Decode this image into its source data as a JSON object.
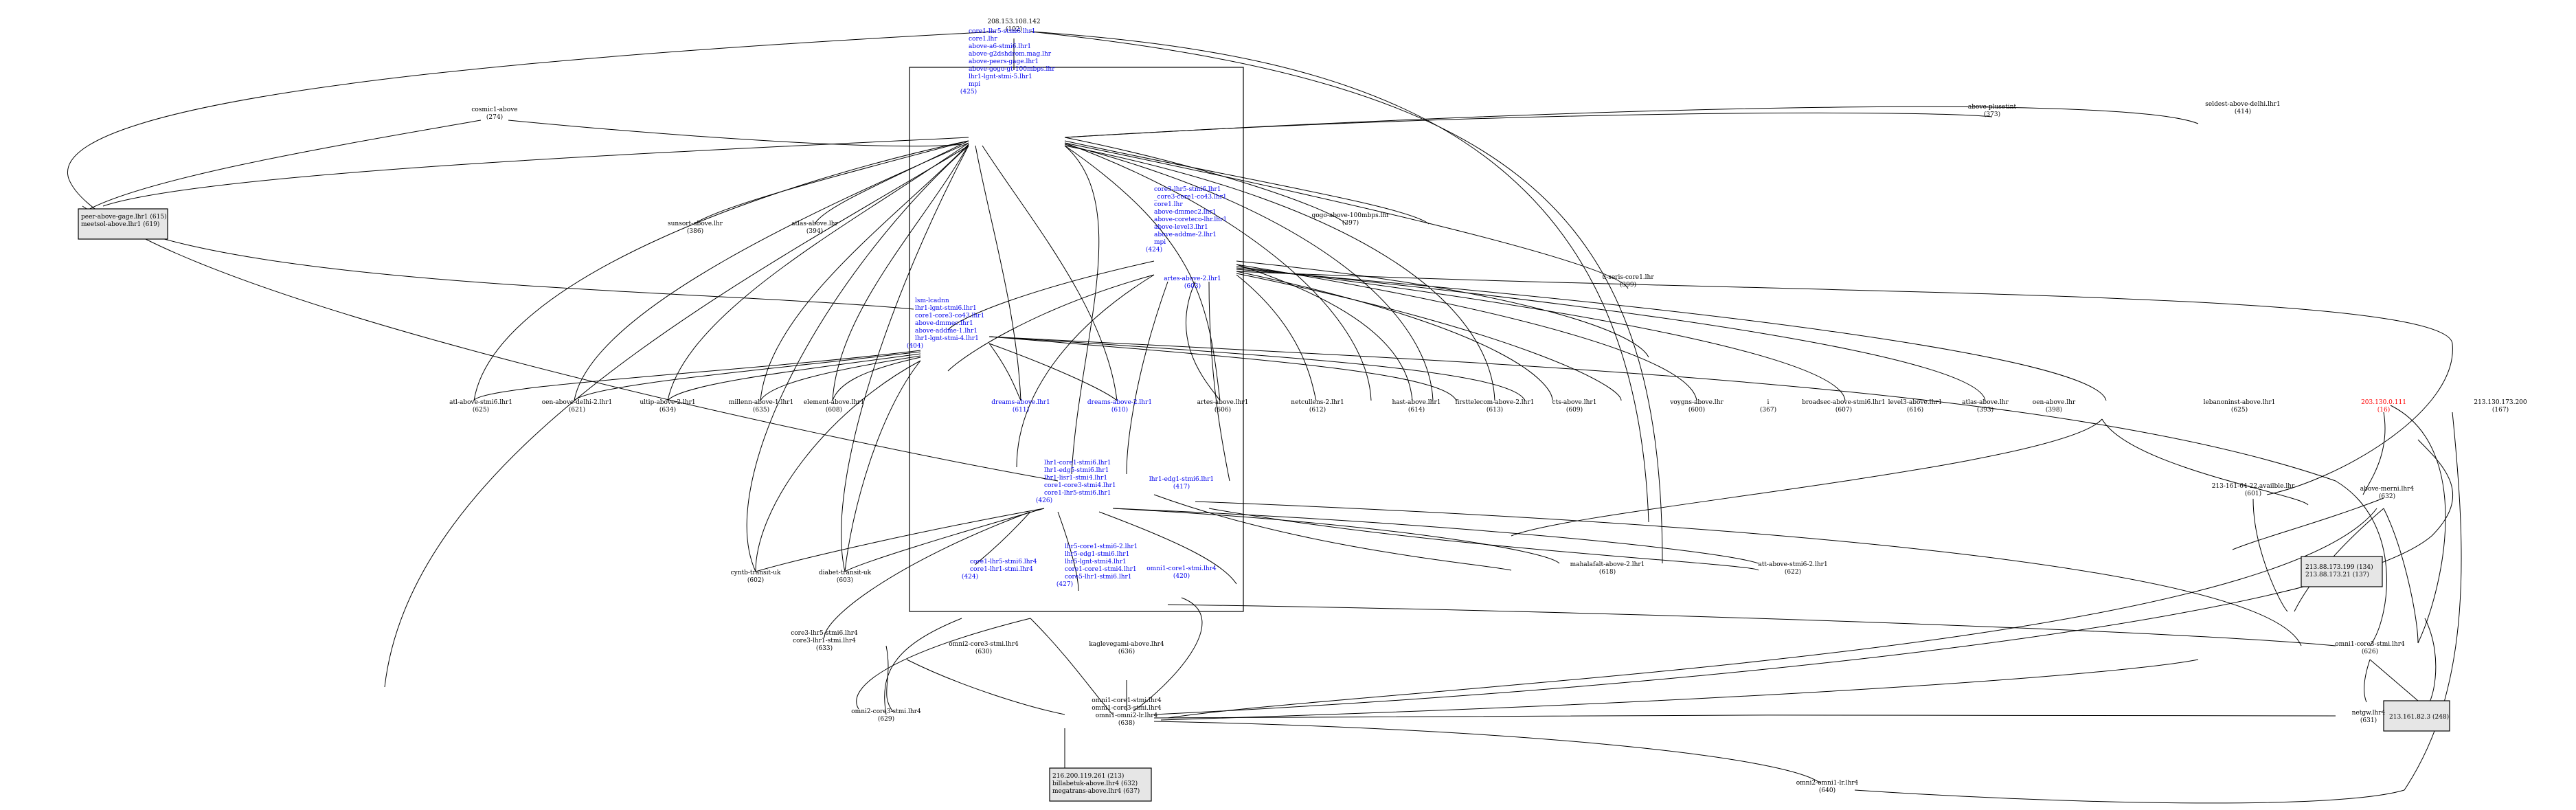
{
  "colors": {
    "blue": "#0000ee",
    "red": "#ff0000",
    "box_fill": "#e6e6e6",
    "edge": "#000000"
  },
  "nodes": [
    {
      "id": "n102",
      "lines": [
        "208.153.108.142",
        "(102)"
      ],
      "style": "plain"
    },
    {
      "id": "n425",
      "lines": [
        "core1-lhr5-stmi6.lhr1",
        "core1.lhr",
        "above-a6-stmi6.lhr1",
        "above-g2dshdrom.mag.lhr",
        "above-peers-gage.lhr1",
        "above-gogo-gt-100mbps.lhr",
        "lhr1-lgnt-stmi-5.lhr1",
        "mpi",
        "",
        "(425)"
      ],
      "style": "blue"
    },
    {
      "id": "n274",
      "lines": [
        "cosmic1-above",
        "(274)"
      ],
      "style": "plain"
    },
    {
      "id": "n373",
      "lines": [
        "above-plusetint",
        "(373)"
      ],
      "style": "plain"
    },
    {
      "id": "n414",
      "lines": [
        "seldest-above-delhi.lhr1",
        "(414)"
      ],
      "style": "plain"
    },
    {
      "id": "box1",
      "lines": [
        "peer-above-gage.lhr1 (615)",
        "meetsol-above.lhr1 (619)"
      ],
      "style": "box"
    },
    {
      "id": "n424",
      "lines": [
        "core3-lhr5-stmi6.lhr1",
        "_core3-core1-co43.lhr1",
        "core1.lhr",
        "above-dmmec2.lhr1",
        "above-coreteco-lhr.lhr1",
        "above-level3.lhr1",
        "above-addme-2.lhr1",
        "mpi",
        "",
        "(424)"
      ],
      "style": "blue"
    },
    {
      "id": "n386",
      "lines": [
        "sunsort-above.lhr",
        "(386)"
      ],
      "style": "plain"
    },
    {
      "id": "n394",
      "lines": [
        "atlas-above.lhr",
        "(394)"
      ],
      "style": "plain"
    },
    {
      "id": "n397",
      "lines": [
        "gogo-above-100mbps.lhr",
        "(397)"
      ],
      "style": "plain"
    },
    {
      "id": "n399",
      "lines": [
        "u-seris-core1.lhr",
        "(399)"
      ],
      "style": "plain"
    },
    {
      "id": "n404",
      "lines": [
        "lsm-lcadnn",
        "lhr1-lgnt-stmi6.lhr1",
        "core1-core3-co43.lhr1",
        "above-dmmec.lhr1",
        "above-addme-1.lhr1",
        "lhr1-lgnt-stmi-4.lhr1",
        "(404)"
      ],
      "style": "blue"
    },
    {
      "id": "n603",
      "lines": [
        "artes-above-2.lhr1",
        "(603)"
      ],
      "style": "blue"
    },
    {
      "id": "n625a",
      "lines": [
        "atl-above-stmi6.lhr1",
        "(625)"
      ],
      "style": "plain"
    },
    {
      "id": "n621",
      "lines": [
        "oen-above-delhi-2.lhr1",
        "(621)"
      ],
      "style": "plain"
    },
    {
      "id": "n634",
      "lines": [
        "ultip-above-2.lhr1",
        "(634)"
      ],
      "style": "plain"
    },
    {
      "id": "n635",
      "lines": [
        "millenn-above-1.lhr1",
        "(635)"
      ],
      "style": "plain"
    },
    {
      "id": "n608",
      "lines": [
        "element-above.lhr1",
        "(608)"
      ],
      "style": "plain"
    },
    {
      "id": "n611",
      "lines": [
        "dreams-above.lhr1",
        "(611)"
      ],
      "style": "blue"
    },
    {
      "id": "n610",
      "lines": [
        "dreams-above-2.lhr1",
        "(610)"
      ],
      "style": "blue"
    },
    {
      "id": "n606",
      "lines": [
        "artes-above.lhr1",
        "(606)"
      ],
      "style": "plain"
    },
    {
      "id": "n612",
      "lines": [
        "netcullens-2.lhr1",
        "(612)"
      ],
      "style": "plain"
    },
    {
      "id": "n614",
      "lines": [
        "hast-above.lhr1",
        "(614)"
      ],
      "style": "plain"
    },
    {
      "id": "n613",
      "lines": [
        "firsttelecom-above-2.lhr1",
        "(613)"
      ],
      "style": "plain"
    },
    {
      "id": "n609",
      "lines": [
        "cts-above.lhr1",
        "(609)"
      ],
      "style": "plain"
    },
    {
      "id": "n600",
      "lines": [
        "voygns-above.lhr",
        "(600)"
      ],
      "style": "plain"
    },
    {
      "id": "n367",
      "lines": [
        "i",
        "(367)"
      ],
      "style": "plain"
    },
    {
      "id": "n607",
      "lines": [
        "broadsec-above-stmi6.lhr1",
        "(607)"
      ],
      "style": "plain"
    },
    {
      "id": "n616",
      "lines": [
        "level3-above.lhr1",
        "(616)"
      ],
      "style": "plain"
    },
    {
      "id": "n393",
      "lines": [
        "atlas-above.lhr",
        "(393)"
      ],
      "style": "plain"
    },
    {
      "id": "n398",
      "lines": [
        "oen-above.lhr",
        "(398)"
      ],
      "style": "plain"
    },
    {
      "id": "n625b",
      "lines": [
        "lebanoninst-above.lhr1",
        "(625)"
      ],
      "style": "plain"
    },
    {
      "id": "n16",
      "lines": [
        "203.130.0.111",
        "(16)"
      ],
      "style": "red"
    },
    {
      "id": "n167",
      "lines": [
        "213.130.173.200",
        "(167)"
      ],
      "style": "plain"
    },
    {
      "id": "n426",
      "lines": [
        "lhr1-core1-stmi6.lhr1",
        "lhr1-edg5-stmi6.lhr1",
        "lhr1-lisr1-stmi4.lhr1",
        "core1-core3-stmi4.lhr1",
        "core1-lhr5-stmi6.lhr1",
        "(426)"
      ],
      "style": "blue"
    },
    {
      "id": "n417",
      "lines": [
        "lhr1-edg1-stmi6.lhr1",
        "(417)"
      ],
      "style": "blue"
    },
    {
      "id": "n601",
      "lines": [
        "213-161-64-22.availble.lhr",
        "(601)"
      ],
      "style": "plain"
    },
    {
      "id": "n632",
      "lines": [
        "above-merni.lhr4",
        "(632)"
      ],
      "style": "plain"
    },
    {
      "id": "n602",
      "lines": [
        "cyntb-transit-uk",
        "(602)"
      ],
      "style": "plain"
    },
    {
      "id": "n603b",
      "lines": [
        "diabet-transit-uk",
        "(603)"
      ],
      "style": "plain"
    },
    {
      "id": "n424b",
      "lines": [
        "core1-lhr5-stmi6.lhr4",
        "core1-lhr1-stmi.lhr4",
        "(424)"
      ],
      "style": "blue"
    },
    {
      "id": "n427",
      "lines": [
        "lhr5-core1-stmi6-2.lhr1",
        "lhr5-edg1-stmi6.lhr1",
        "lhr5-lgnt-stmi4.lhr1",
        "core1-core1-stmi4.lhr1",
        "core5-lhr1-stmi6.lhr1",
        "(427)"
      ],
      "style": "blue"
    },
    {
      "id": "n420",
      "lines": [
        "omni1-core1-stmi.lhr4",
        "(420)"
      ],
      "style": "blue"
    },
    {
      "id": "n618",
      "lines": [
        "mahalafalt-above-2.lhr1",
        "(618)"
      ],
      "style": "plain"
    },
    {
      "id": "n622",
      "lines": [
        "att-above-stmi6-2.lhr1",
        "(622)"
      ],
      "style": "plain"
    },
    {
      "id": "box2",
      "lines": [
        "213.88.173.199 (134)",
        "213.88.173.21 (137)"
      ],
      "style": "box"
    },
    {
      "id": "n633",
      "lines": [
        "core3-lhr5-stmi6.lhr4",
        "core3-lhr1-stmi.lhr4",
        "(633)"
      ],
      "style": "plain"
    },
    {
      "id": "n630",
      "lines": [
        "omni2-core3-stmi.lhr4",
        "(630)"
      ],
      "style": "plain"
    },
    {
      "id": "n636",
      "lines": [
        "kaglevegami-above.lhr4",
        "(636)"
      ],
      "style": "plain"
    },
    {
      "id": "n626",
      "lines": [
        "omni1-core3-stmi.lhr4",
        "(626)"
      ],
      "style": "plain"
    },
    {
      "id": "n631",
      "lines": [
        "netgw.lhr4",
        "(631)"
      ],
      "style": "plain"
    },
    {
      "id": "box3",
      "lines": [
        "213.161.82.3 (248)"
      ],
      "style": "box"
    },
    {
      "id": "n629",
      "lines": [
        "omni2-core3-stmi.lhr4",
        "(629)"
      ],
      "style": "plain"
    },
    {
      "id": "n638",
      "lines": [
        "omni1-core1-stmi.lhr4",
        "omni1-core3-stmi.lhr4",
        "omni1-omni2-lr.lhr4",
        "(638)"
      ],
      "style": "plain"
    },
    {
      "id": "box4",
      "lines": [
        "216.200.119.261 (213)",
        "billabetuk-above.lhr4 (632)",
        "megatrans-above.lhr4 (637)"
      ],
      "style": "box"
    },
    {
      "id": "n640",
      "lines": [
        "omni2-omni1-lr.lhr4",
        "(640)"
      ],
      "style": "plain"
    }
  ]
}
